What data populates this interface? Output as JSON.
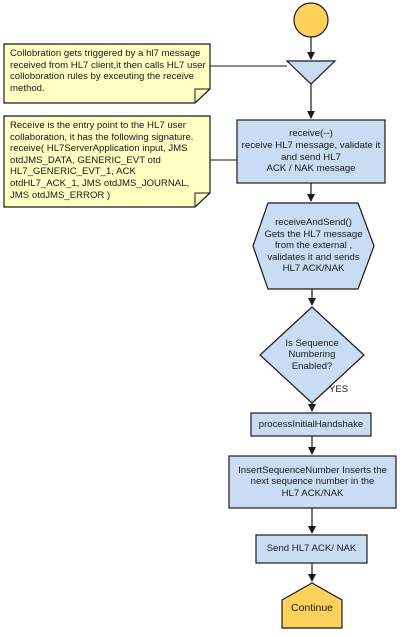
{
  "notes": {
    "trigger": "Collobration gets triggered by a hl7 message\nreceived from HL7 client,it then calls HL7 user\ncolloboration rules by exceuting the receive\nmethod.",
    "entry_point": "Receive is the entry point to the HL7 user\ncollaboration, it has the following signature.\nreceive( HL7ServerApplication input, JMS\notdJMS_DATA, GENERIC_EVT otd\nHL7_GENERIC_EVT_1, ACK\notdHL7_ACK_1, JMS otdJMS_JOURNAL,\nJMS otdJMS_ERROR )"
  },
  "steps": {
    "receive": "receive(--)\nreceive HL7 message, validate it\nand send HL7\nACK / NAK message",
    "receive_and_send": "receiveAndSend()\nGets the HL7 message\nfrom the external ,\nvalidates it and sends\nHL7 ACK/NAK",
    "decision": "Is Sequence\nNumbering\nEnabled?",
    "decision_yes": "YES",
    "handshake": "processInitialHandshake",
    "insert_seq": "InsertSequenceNumber Inserts the\nnext sequence number in the\nHL7 ACK/NAK",
    "send": "Send HL7 ACK/ NAK",
    "end": "Continue"
  },
  "colors": {
    "note_fill": "#ffffc4",
    "box_fill": "#c9dcf3",
    "terminal_fill": "#fdd15c",
    "stroke": "#1a1a1a"
  }
}
